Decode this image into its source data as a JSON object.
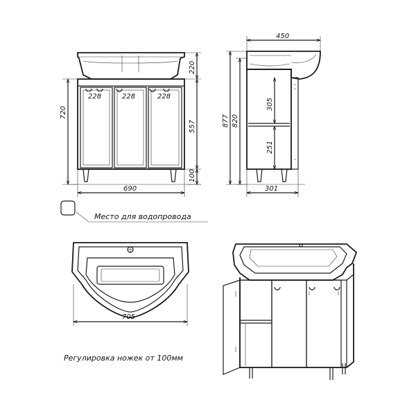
{
  "front_view": {
    "sink_height": "220",
    "door_widths": [
      "228",
      "228",
      "228"
    ],
    "cabinet_height": "557",
    "leg_height": "100",
    "total_height": "720",
    "width": "690"
  },
  "side_view": {
    "depth_total": "450",
    "upper_shelf": "305",
    "lower_shelf": "251",
    "height_877": "877",
    "height_820": "820",
    "depth_cabinet": "301"
  },
  "legend": {
    "label": "Место для водопровода"
  },
  "top_view": {
    "width": "705"
  },
  "caption": {
    "text": "Регулировка ножек от 100мм"
  }
}
